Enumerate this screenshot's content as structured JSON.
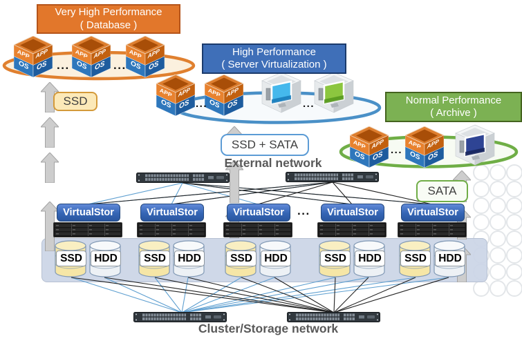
{
  "tiers": [
    {
      "title": "Very High Performance",
      "subtitle": "( Database )",
      "box_fill": "#E2772B",
      "box_border": "#B5541A",
      "ring_color": "#E0802F",
      "media": "SSD"
    },
    {
      "title": "High Performance",
      "subtitle": "( Server Virtualization )",
      "box_fill": "#3F6FB8",
      "box_border": "#1B3A6B",
      "ring_color": "#4A90C7",
      "media": "SSD + SATA"
    },
    {
      "title": "Normal Performance",
      "subtitle": "( Archive )",
      "box_fill": "#7CB153",
      "box_border": "#44631F",
      "ring_color": "#6FAE46",
      "media": "SATA"
    }
  ],
  "cube_labels": {
    "app": "APP",
    "os": "OS"
  },
  "media_labels": {
    "ssd": "SSD",
    "ssd_sata": "SSD + SATA",
    "sata": "SATA"
  },
  "network_labels": {
    "external": "External network",
    "cluster": "Cluster/Storage network"
  },
  "storage_nodes": [
    {
      "name": "VirtualStor",
      "ssd": "SSD",
      "hdd": "HDD"
    },
    {
      "name": "VirtualStor",
      "ssd": "SSD",
      "hdd": "HDD"
    },
    {
      "name": "VirtualStor",
      "ssd": "SSD",
      "hdd": "HDD"
    },
    {
      "name": "VirtualStor",
      "ssd": "SSD",
      "hdd": "HDD"
    },
    {
      "name": "VirtualStor",
      "ssd": "SSD",
      "hdd": "HDD"
    }
  ],
  "ellipsis": "...",
  "colors": {
    "line_blue": "#5E9FD0",
    "line_black": "#222222",
    "arrow_fill": "#CDCDCD",
    "band_fill": "#CBD5E6",
    "virtualstor_fill": "#3465B4",
    "ssd_cylinder": "#F6E6A6",
    "hdd_cylinder": "#EDF1F5"
  }
}
